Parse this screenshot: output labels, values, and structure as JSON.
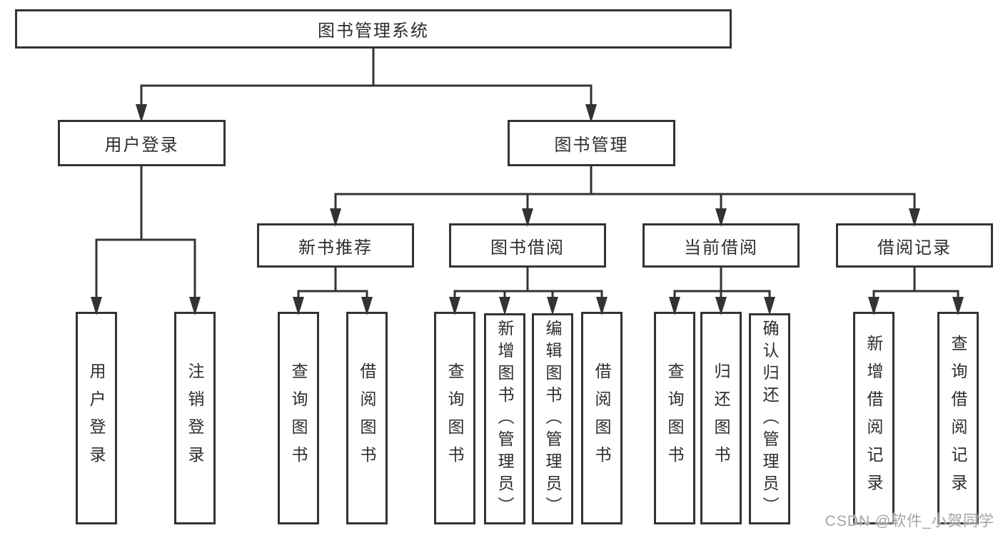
{
  "tree": {
    "root": "图书管理系统",
    "user_login": {
      "label": "用户登录",
      "children": [
        "用户登录",
        "注销登录"
      ]
    },
    "book_mgmt": {
      "label": "图书管理"
    },
    "new_book": {
      "label": "新书推荐",
      "children": [
        "查询图书",
        "借阅图书"
      ]
    },
    "borrow": {
      "label": "图书借阅",
      "children": [
        "查询图书",
        "新增图书（管理员）",
        "编辑图书（管理员）",
        "借阅图书"
      ]
    },
    "current": {
      "label": "当前借阅",
      "children": [
        "查询图书",
        "归还图书",
        "确认归还（管理员）"
      ]
    },
    "record": {
      "label": "借阅记录",
      "children": [
        "新增借阅记录",
        "查询借阅记录"
      ]
    }
  },
  "watermark": "CSDN @软件_小贺同学",
  "colors": {
    "line": "#333333",
    "text": "#2d2d2d",
    "background": "#ffffff",
    "watermark": "#8c8c8c"
  }
}
